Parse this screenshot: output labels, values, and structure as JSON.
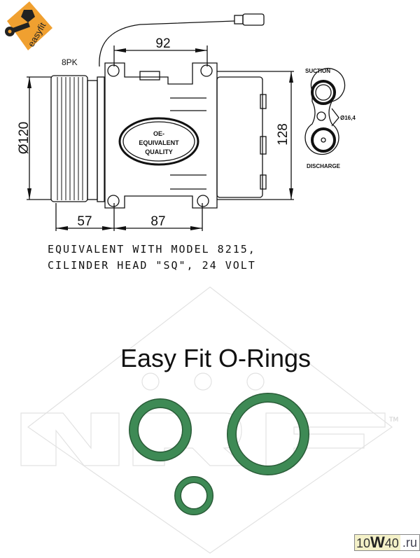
{
  "logo": {
    "text": "easyfit",
    "color": "#f0a030"
  },
  "drawing": {
    "belt": "8PK",
    "dims": {
      "width_top": "92",
      "height": "128",
      "pulley_diameter": "Ø120",
      "pulley_offset": "57",
      "mount_spacing": "87",
      "port_diameter": "Ø16,4"
    },
    "badge_lines": [
      "OE-",
      "EQUIVALENT",
      "QUALITY"
    ],
    "port_labels": {
      "suction": "SUCTION",
      "discharge": "DISCHARGE"
    },
    "note_lines": [
      "EQUIVALENT WITH MODEL 8215,",
      "CILINDER HEAD \"SQ\", 24 VOLT"
    ]
  },
  "orings": {
    "title": "Easy Fit O-Rings",
    "color": "#3e8a55",
    "watermark_tm": "TM"
  },
  "site_badge": {
    "part1": "10",
    "part2": "W",
    "part3": "40",
    "part4": ".ru"
  }
}
